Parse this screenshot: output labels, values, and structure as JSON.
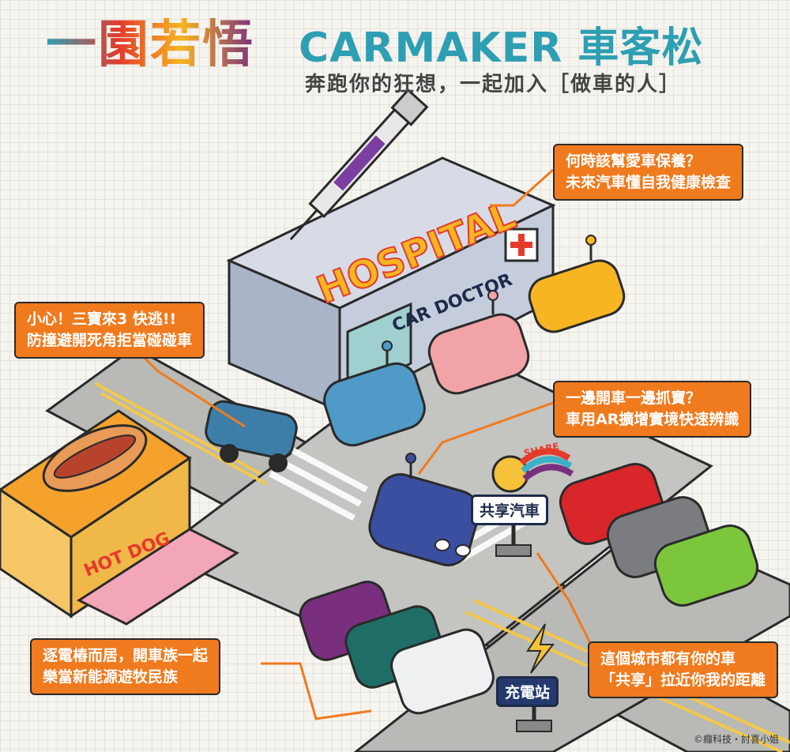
{
  "header": {
    "logo_text": "一園若悟",
    "title": "CARMAKER 車客松",
    "subtitle": "奔跑你的狂想，一起加入［做車的人］"
  },
  "callouts": {
    "hospital": [
      "何時該幫愛車保養？",
      "未來汽車懂自我健康檢查"
    ],
    "blindspot": [
      "小心！三寶來3 快逃!!",
      "防撞避開死角拒當碰碰車"
    ],
    "ar": [
      "一邊開車一邊抓寶？",
      "車用AR擴增實境快速辨識"
    ],
    "charging": [
      "逐電樁而居，開車族一起",
      "樂當新能源遊牧民族"
    ],
    "sharing": [
      "這個城市都有你的車",
      "「共享」拉近你我的距離"
    ]
  },
  "scene": {
    "hospital_sign": "HOSPITAL",
    "car_doctor": "CAR DOCTOR",
    "hotdog": "HOT DOG",
    "share_label": "SHARE",
    "share_station": "共享汽車",
    "charging_station": "充電站"
  },
  "credit": "©癮科技・討喜小姐",
  "colors": {
    "accent_orange": "#f07a1e",
    "title_teal": "#2e9fb2",
    "hospital_red": "#e43b2c",
    "hospital_yellow": "#f6b521"
  }
}
